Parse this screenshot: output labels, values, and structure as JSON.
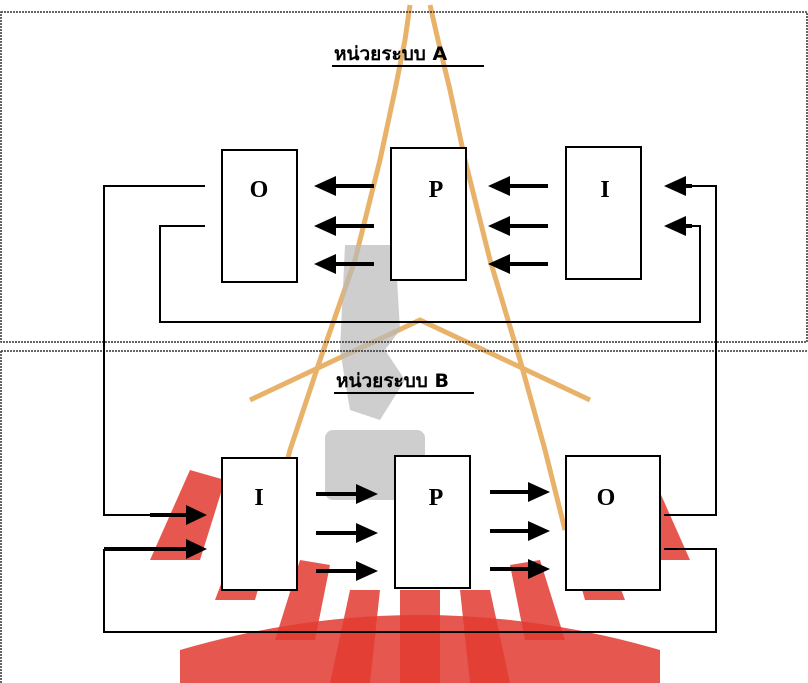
{
  "unit_a": {
    "heading": "หน่วยระบบ A",
    "boxes": {
      "output": "O",
      "process": "P",
      "input": "I"
    }
  },
  "unit_b": {
    "heading": "หน่วยระบบ B",
    "boxes": {
      "input": "I",
      "process": "P",
      "output": "O"
    }
  },
  "colors": {
    "ink": "#000000",
    "watermark_red": "#e23b30",
    "watermark_gold": "#e9b26a",
    "watermark_gray": "#b9b9b9"
  }
}
